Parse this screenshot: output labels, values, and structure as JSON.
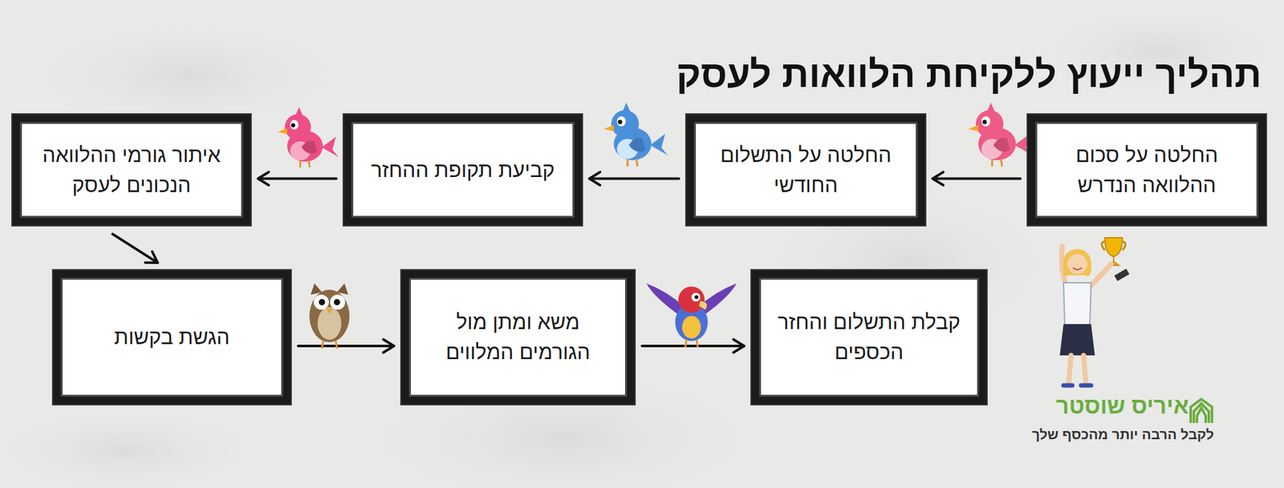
{
  "diagram": {
    "title": "תהליך ייעוץ ללקיחת הלוואות לעסק",
    "nodes": [
      {
        "text": [
          "החלטה על סכום ההלוואה הנדרש"
        ]
      },
      {
        "text": [
          "החלטה על התשלום החודשי"
        ]
      },
      {
        "text": [
          "קביעת תקופת ההחזר"
        ]
      },
      {
        "text": [
          "איתור גורמי ההלוואה הנכונים לעסק"
        ]
      },
      {
        "text": [
          "הגשת בקשות"
        ]
      },
      {
        "text": [
          "משא ומתן מול הגורמים המלווים"
        ]
      },
      {
        "text": [
          "קבלת התשלום והחזר הכספים"
        ]
      }
    ],
    "edges": [
      {
        "from": 0,
        "to": 1,
        "arrow": "to"
      },
      {
        "from": 1,
        "to": 2,
        "arrow": "to"
      },
      {
        "from": 2,
        "to": 3,
        "arrow": "to"
      },
      {
        "from": 3,
        "to": 4,
        "arrow": "to"
      },
      {
        "from": 4,
        "to": 5,
        "arrow": "to"
      },
      {
        "from": 5,
        "to": 6,
        "arrow": "to"
      }
    ],
    "labels": [
      "איריס שוסטר",
      "לקבל הרבה יותר מהכסף שלך"
    ]
  }
}
